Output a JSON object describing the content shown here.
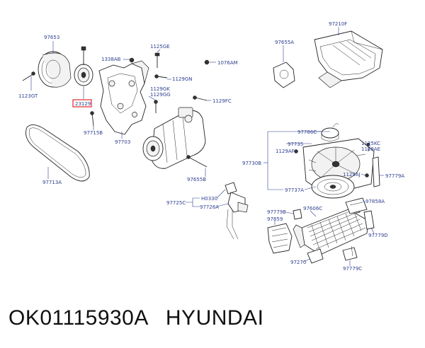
{
  "labels": {
    "l97653": "97653",
    "l1123gt": "1123GT",
    "l23129": "23129",
    "l97715b": "97715B",
    "l97713a": "97713A",
    "l1338ab": "1338AB",
    "l1125ge": "1125GE",
    "l1129gn": "1129GN",
    "l1129gk": "1129GK",
    "l1129gg": "1129GG",
    "l1129fc": "1129FC",
    "l97703": "97703",
    "l1076am": "1076AM",
    "l97655b": "97655B",
    "l97725c": "97725C",
    "lh0330": "H0330",
    "l97726a": "97726A",
    "l97655a": "97655A",
    "l97210f": "97210F",
    "l97786c": "97786C",
    "l97735": "97735",
    "l1129af": "1129AF",
    "l97730b": "97730B",
    "l97737a": "97737A",
    "l1125kc": "1125KC",
    "l1129ae": "1129AE",
    "l1129aj": "1129AJ",
    "l97779a": "97779A",
    "l97858a": "97858A",
    "l97779b": "97779B",
    "l97606c": "97606C",
    "l97859": "97859",
    "l97779d": "97779D",
    "l97270": "97270",
    "l97779c": "97779C"
  },
  "highlight_color": "#e3262b",
  "label_color": "#2e3f8f",
  "caption": {
    "part_number": "OK01115930A",
    "brand": "HYUNDAI"
  }
}
